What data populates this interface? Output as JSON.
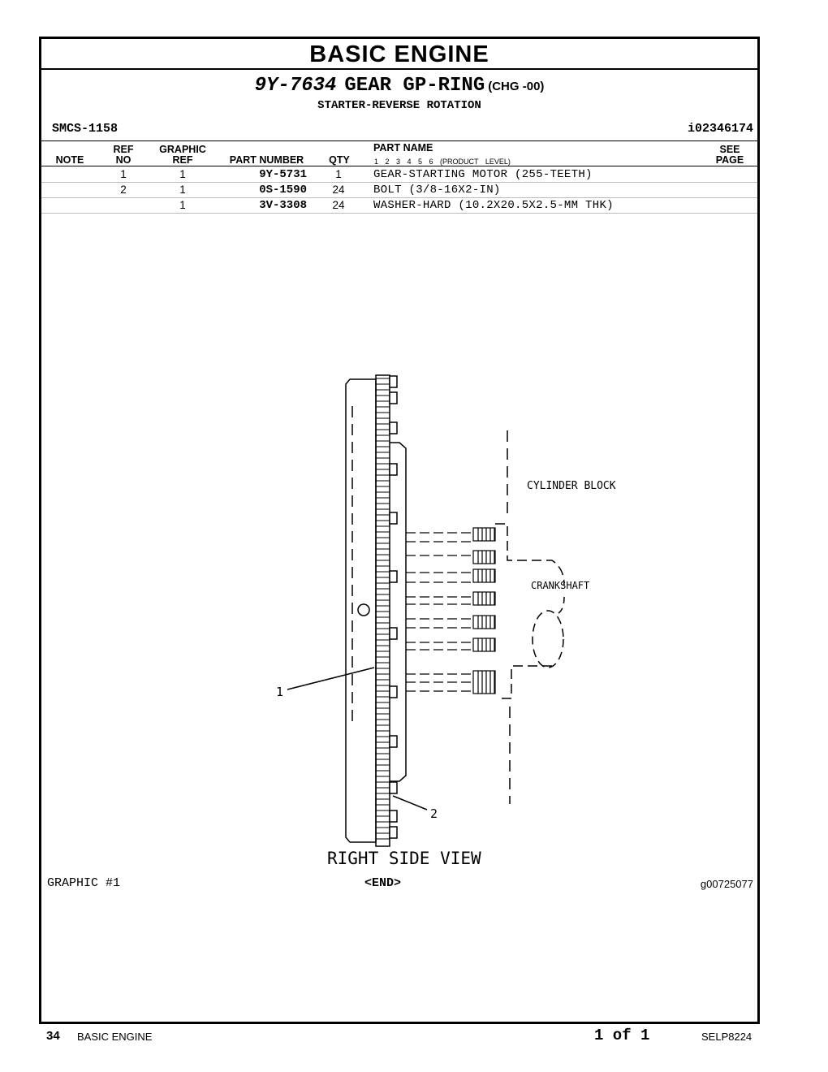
{
  "header": {
    "title": "BASIC ENGINE",
    "part_number": "9Y-7634",
    "part_name": "GEAR GP-RING",
    "change": "(CHG -00)",
    "description": "STARTER-REVERSE ROTATION",
    "smcs": "SMCS-1158",
    "id": "i02346174"
  },
  "columns": {
    "note": "NOTE",
    "ref_no_1": "REF",
    "ref_no_2": "NO",
    "graphic_ref_1": "GRAPHIC",
    "graphic_ref_2": "REF",
    "part_number": "PART NUMBER",
    "qty": "QTY",
    "part_name": "PART NAME",
    "product_levels": "1  2  3  4  5  6  (PRODUCT LEVEL)",
    "see_page_1": "SEE",
    "see_page_2": "PAGE"
  },
  "rows": [
    {
      "ref_no": "1",
      "graphic_ref": "1",
      "part_number": "9Y-5731",
      "qty": "1",
      "part_name": "GEAR-STARTING MOTOR (255-TEETH)"
    },
    {
      "ref_no": "2",
      "graphic_ref": "1",
      "part_number": "0S-1590",
      "qty": "24",
      "part_name": "BOLT (3/8-16X2-IN)"
    },
    {
      "ref_no": "",
      "graphic_ref": "1",
      "part_number": "3V-3308",
      "qty": "24",
      "part_name": "WASHER-HARD (10.2X20.5X2.5-MM THK)"
    }
  ],
  "drawing": {
    "label_cylinder_block": "CYLINDER BLOCK",
    "label_crankshaft": "CRANKSHAFT",
    "callout_1": "1",
    "callout_2": "2",
    "view_title": "RIGHT SIDE VIEW"
  },
  "graphic": {
    "label": "GRAPHIC #1",
    "end": "<END>",
    "number": "g00725077"
  },
  "footer": {
    "page": "34",
    "section": "BASIC ENGINE",
    "page_of": "1 of 1",
    "doc": "SELP8224"
  }
}
